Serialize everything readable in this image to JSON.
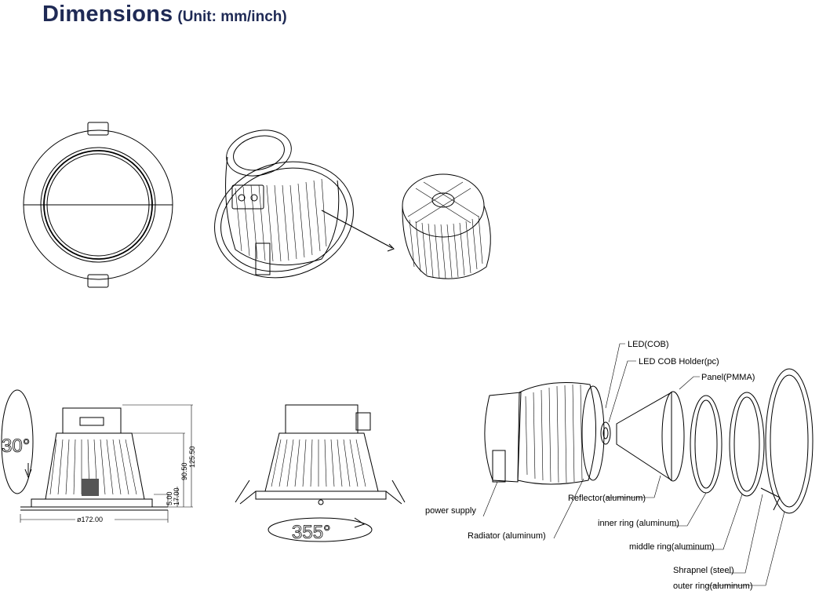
{
  "title": {
    "main": "Dimensions",
    "unit": "(Unit: mm/inch)"
  },
  "dimensions": {
    "diameter": "ø172.00",
    "d1": "5.00",
    "d2": "17.00",
    "d3": "90.50",
    "d4": "125.50"
  },
  "rotation": {
    "tilt": "30°",
    "pan": "355°"
  },
  "parts": [
    "LED(COB)",
    "LED COB Holder(pc)",
    "Panel(PMMA)",
    "power supply",
    "Reflector(aluminum)",
    "Radiator (aluminum)",
    "inner ring (aluminum)",
    "middle ring(aluminum)",
    "Shrapnel (steel)",
    "outer ring(aluminum)"
  ]
}
